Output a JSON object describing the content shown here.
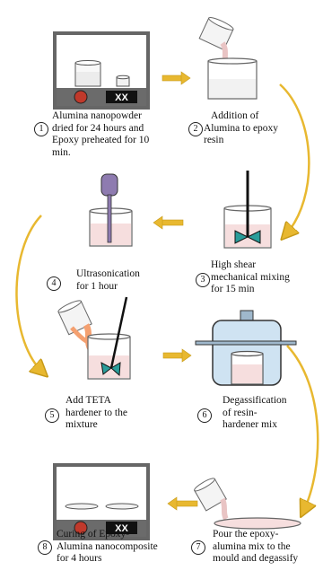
{
  "steps": [
    {
      "num": "1",
      "lines": [
        "Alumina nanopowder",
        "dried for 24 hours and",
        "Epoxy preheated for 10",
        "min."
      ]
    },
    {
      "num": "2",
      "lines": [
        "Addition of",
        "Alumina to epoxy",
        "resin"
      ]
    },
    {
      "num": "3",
      "lines": [
        "High shear",
        "mechanical mixing",
        "for 15 min"
      ]
    },
    {
      "num": "4",
      "lines": [
        "Ultrasonication",
        "for 1 hour"
      ]
    },
    {
      "num": "5",
      "lines": [
        "Add TETA",
        "hardener to the",
        "mixture"
      ]
    },
    {
      "num": "6",
      "lines": [
        "Degassification",
        "of resin-",
        "hardener mix"
      ]
    },
    {
      "num": "7",
      "lines": [
        "Pour the epoxy-",
        "alumina mix to the",
        "mould and degassify"
      ]
    },
    {
      "num": "8",
      "lines": [
        "Curing of Epoxy-",
        "Alumina nanocomposite",
        "for 4 hours"
      ]
    }
  ],
  "oven_display": "XX",
  "colors": {
    "arrow": "#e8b830",
    "arrow_edge": "#c79a18",
    "resin": "#f6dede",
    "hardener": "#f4a070",
    "knob": "#c0392b",
    "blade": "#2a9d9a",
    "probe": "#8e7bb0",
    "chamber": "#cfe3f2"
  }
}
